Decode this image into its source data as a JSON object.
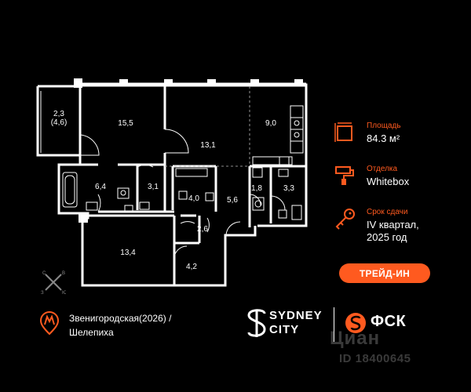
{
  "rooms": [
    {
      "id": "balcony",
      "label": "2,3\n(4,6)"
    },
    {
      "id": "bedroom-1",
      "label": "15,5"
    },
    {
      "id": "living",
      "label": "13,1"
    },
    {
      "id": "kitchen",
      "label": "9,0"
    },
    {
      "id": "bath-1",
      "label": "6,4"
    },
    {
      "id": "wc-1",
      "label": "3,1"
    },
    {
      "id": "dressing",
      "label": "4,0"
    },
    {
      "id": "hall",
      "label": "5,6"
    },
    {
      "id": "utility",
      "label": "1,8"
    },
    {
      "id": "wc-2",
      "label": "3,3"
    },
    {
      "id": "corridor",
      "label": "2,6"
    },
    {
      "id": "bedroom-2",
      "label": "13,4"
    },
    {
      "id": "closet",
      "label": "4,2"
    }
  ],
  "compass": {
    "letters": [
      "С",
      "В",
      "З",
      "Ю"
    ]
  },
  "info": {
    "area": {
      "label": "Площадь",
      "value": "84.3 м²"
    },
    "finish": {
      "label": "Отделка",
      "value": "Whitebox"
    },
    "deadline": {
      "label": "Срок сдачи",
      "value_line1": "IV квартал,",
      "value_line2": "2025 год"
    }
  },
  "trade_button": "ТРЕЙД-ИН",
  "metro": {
    "line1": "Звенигородская(2026) /",
    "line2": "Шелепиха"
  },
  "logos": {
    "sydney_line1": "SYDNEY",
    "sydney_line2": "CITY",
    "fsk": "ФСК"
  },
  "watermark": "Циан",
  "listing_id": "ID 18400645",
  "colors": {
    "accent": "#ff5a1f",
    "background": "#000000",
    "watermark": "#3a3a3a"
  }
}
